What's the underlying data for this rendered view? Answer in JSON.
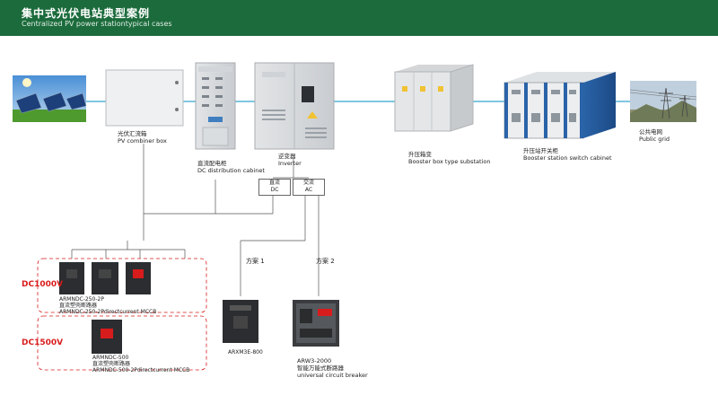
{
  "header": {
    "title": "集中式光伏电站典型案例",
    "subtitle": "Centralized PV power stationtypical cases"
  },
  "equipment": {
    "combiner": {
      "cn": "光伏汇流箱",
      "en": "PV combiner box"
    },
    "dc_cabinet": {
      "cn": "直流配电柜",
      "en": "DC distribution cabinet"
    },
    "inverter": {
      "cn": "逆变器",
      "en": "Inverter"
    },
    "booster_box": {
      "cn": "升压箱变",
      "en": "Booster box type substation"
    },
    "booster_switch": {
      "cn": "升压站开关柜",
      "en": "Booster station switch cabinet"
    },
    "public_grid": {
      "cn": "公共电网",
      "en": "Public grid"
    }
  },
  "tags": {
    "dc": {
      "cn": "直流",
      "en": "DC"
    },
    "ac": {
      "cn": "交流",
      "en": "AC"
    }
  },
  "schemes": {
    "one": "方案 1",
    "two": "方案 2"
  },
  "voltage_groups": {
    "dc1000": "DC1000V",
    "dc1500": "DC1500V"
  },
  "products": {
    "armndc_250": {
      "model": "ARMNDC-250-2P",
      "cn": "直流塑壳断路器",
      "en": "ARMNDC-250-2Pdirectcurrent MCCB"
    },
    "armndc_500": {
      "model": "ARMNDC-500",
      "cn": "直流塑壳断路器",
      "en": "ARMNDC-500-2Pdirectcurrent MCCB"
    },
    "arm3e_800": {
      "model": "ARXM3E-800"
    },
    "arw3_2000": {
      "model": "ARW3-2000",
      "cn": "智能万能式断路器",
      "en": "universal circuit breaker"
    }
  },
  "colors": {
    "banner": "#1c6b3c",
    "accent_red": "#d81c1c",
    "link_line": "#54b4d6",
    "wire": "#555555"
  }
}
